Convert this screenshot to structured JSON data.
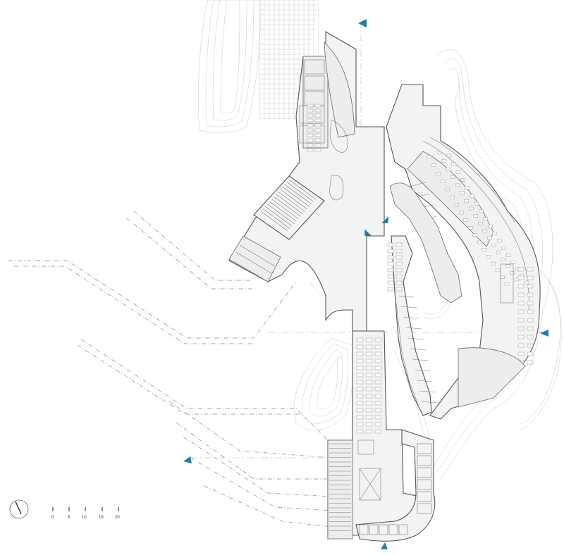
{
  "drawing": {
    "type": "architectural floor plan",
    "colors": {
      "line": "#555555",
      "fill": "#f3f3f3",
      "accent": "#1a7fa8",
      "contour": "#c8c8c8"
    }
  },
  "scale_bar": {
    "ticks": [
      "0",
      "5",
      "10",
      "15",
      "20"
    ]
  },
  "north_arrow": {
    "icon": "north-arrow-icon"
  },
  "section_markers": {
    "icon": "section-marker-icon",
    "count": 6
  }
}
